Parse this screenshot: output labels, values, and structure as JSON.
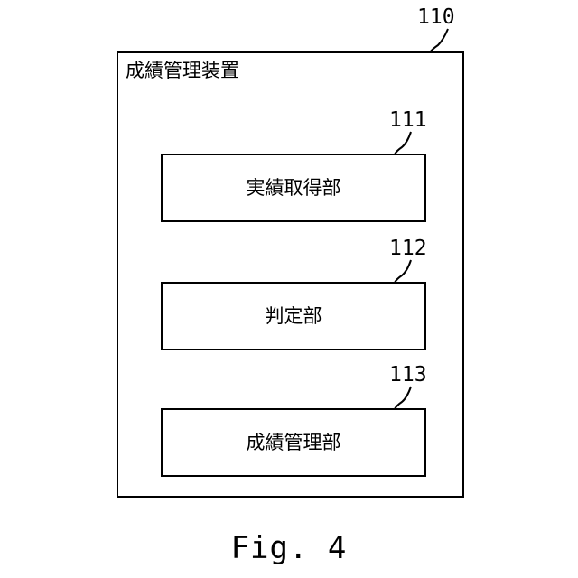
{
  "diagram": {
    "outer": {
      "ref": "110",
      "title": "成績管理装置"
    },
    "components": [
      {
        "ref": "111",
        "label": "実績取得部"
      },
      {
        "ref": "112",
        "label": "判定部"
      },
      {
        "ref": "113",
        "label": "成績管理部"
      }
    ],
    "caption": "Fig. 4"
  }
}
